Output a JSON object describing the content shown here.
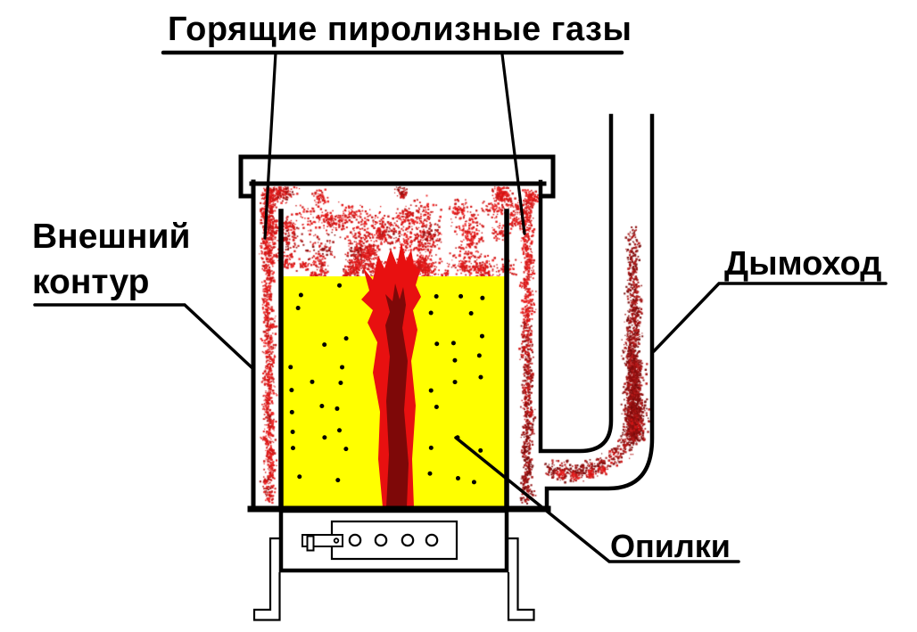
{
  "diagram": {
    "title": "Горящие пиролизные газы",
    "labels": {
      "outer_contour": "Внешний контур",
      "chimney": "Дымоход",
      "sawdust": "Опилки"
    }
  },
  "colors": {
    "background": "#FFFFFF",
    "line": "#000000",
    "sawdust_yellow": "#FFFF00",
    "flame_red": "#E81010",
    "flame_dark_red": "#7E0808",
    "speckle_bright": "#E21717",
    "speckle_dark": "#9E1414"
  }
}
